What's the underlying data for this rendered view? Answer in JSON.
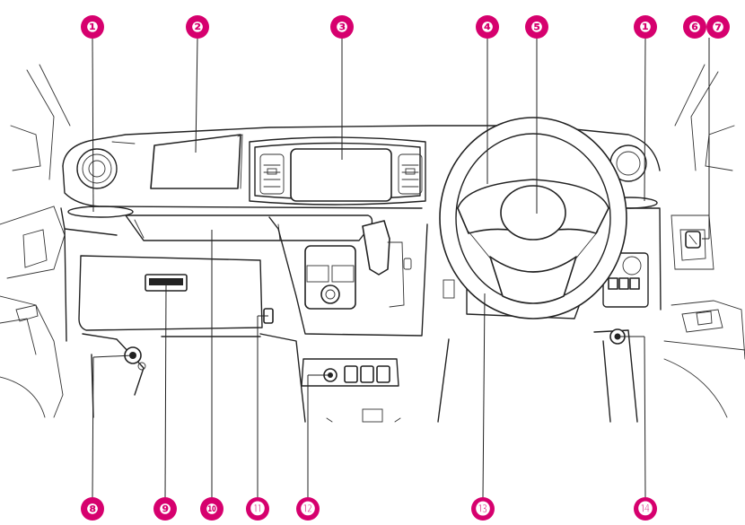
{
  "colors": {
    "badge": "#d6006e",
    "badge_text": "#ffffff",
    "line": "#222222"
  },
  "callouts": [
    {
      "id": "c1a",
      "label": "❶"
    },
    {
      "id": "c2",
      "label": "❷"
    },
    {
      "id": "c3",
      "label": "❸"
    },
    {
      "id": "c4",
      "label": "❹"
    },
    {
      "id": "c5",
      "label": "❺"
    },
    {
      "id": "c1b",
      "label": "❶"
    },
    {
      "id": "c6",
      "label": "❻"
    },
    {
      "id": "c7",
      "label": "❼"
    },
    {
      "id": "c8",
      "label": "❽"
    },
    {
      "id": "c9",
      "label": "❾"
    },
    {
      "id": "c10",
      "label": "❿"
    },
    {
      "id": "c11",
      "label": "⓫"
    },
    {
      "id": "c12",
      "label": "⓬"
    },
    {
      "id": "c13",
      "label": "⓭"
    },
    {
      "id": "c14",
      "label": "⓮"
    }
  ]
}
